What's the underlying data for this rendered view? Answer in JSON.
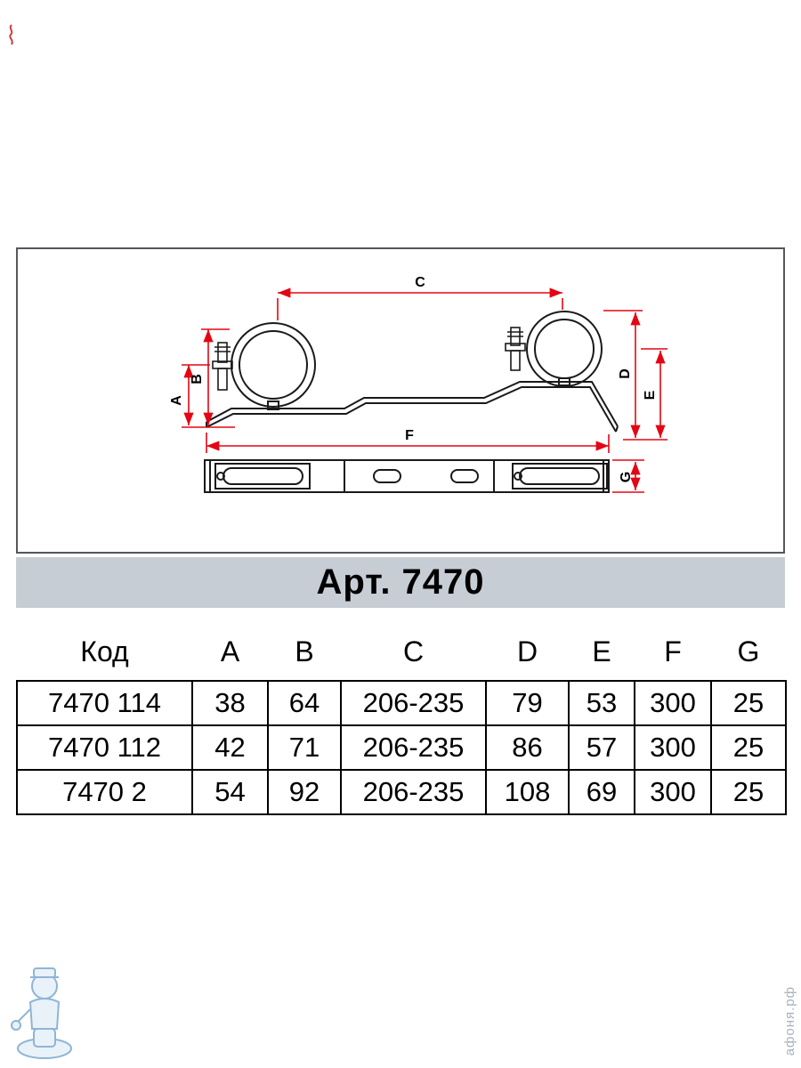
{
  "banner": {
    "text": "Арт. 7470"
  },
  "diagram": {
    "labels": {
      "A": "A",
      "B": "B",
      "C": "C",
      "D": "D",
      "E": "E",
      "F": "F",
      "G": "G"
    },
    "dimension_color": "#e30613"
  },
  "table": {
    "headers": [
      "Код",
      "A",
      "B",
      "C",
      "D",
      "E",
      "F",
      "G"
    ],
    "rows": [
      [
        "7470 114",
        "38",
        "64",
        "206-235",
        "79",
        "53",
        "300",
        "25"
      ],
      [
        "7470 112",
        "42",
        "71",
        "206-235",
        "86",
        "57",
        "300",
        "25"
      ],
      [
        "7470 2",
        "54",
        "92",
        "206-235",
        "108",
        "69",
        "300",
        "25"
      ]
    ]
  },
  "watermark": {
    "text": "афоня.рф"
  },
  "logo": {
    "name": "plumber-mascot"
  }
}
